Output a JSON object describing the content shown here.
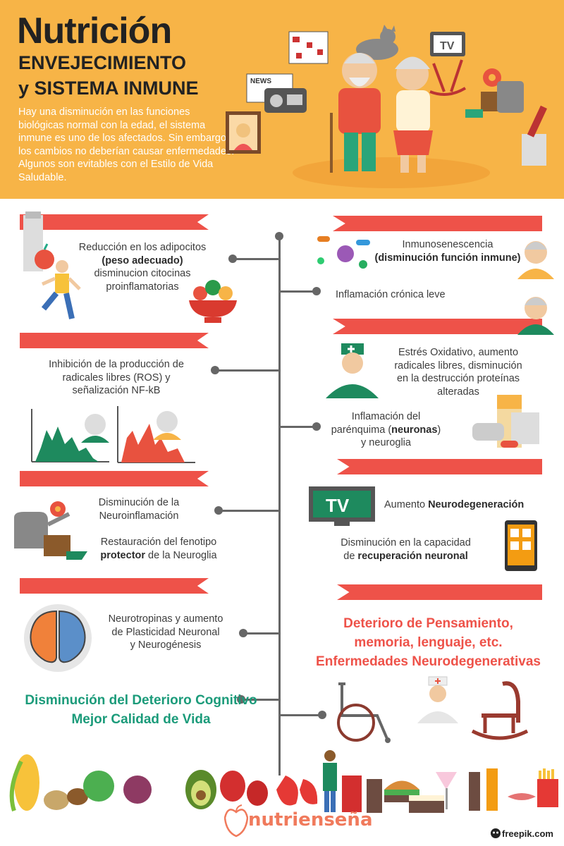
{
  "header": {
    "title": "Nutrición",
    "subtitle_line1": "ENVEJECIMIENTO",
    "subtitle_line2": "y SISTEMA INMUNE",
    "intro": "Hay una disminución en las funciones biológicas normal con la edad, el sistema inmune es uno de los afectados. Sin embargo, los cambios no deberían causar enfermedades. Algunos son evitables con el Estilo de Vida Saludable.",
    "tv_label": "TV",
    "news_label": "NEWS"
  },
  "left": {
    "b1_pre": "Reducción en los adipocitos",
    "b1_bold": "(peso adecuado)",
    "b1_post1": "disminucion citocinas",
    "b1_post2": "proinflamatorias",
    "b2_line1": "Inhibición de la producción de",
    "b2_line2": "radicales libres (ROS) y",
    "b2_line3": "señalización NF-kB",
    "b3_line1": "Disminución de la",
    "b3_line2": "Neuroinflamación",
    "b4_line1": "Restauración del fenotipo",
    "b4_bold": "protector",
    "b4_post": " de la Neuroglia",
    "b5_line1": "Neurotropinas y aumento",
    "b5_line2": "de Plasticidad Neuronal",
    "b5_line3": "y Neurogénesis",
    "result_line1": "Disminución del Deterioro Cognitivo",
    "result_line2": "Mejor Calidad de Vida"
  },
  "right": {
    "r1_line1": "Inmunosenescencia",
    "r1_bold": "(disminución función inmune)",
    "r2": "Inflamación crónica leve",
    "r3_line1": "Estrés Oxidativo, aumento",
    "r3_line2": "radicales libres, disminución",
    "r3_line3": "en la destrucción proteínas",
    "r3_line4": "alteradas",
    "r4_line1": "Inflamación del",
    "r4_pre": "parénquima (",
    "r4_bold": "neuronas",
    "r4_post": ")",
    "r4_line3": "y  neuroglia",
    "tv_label": "TV",
    "r5_pre": "Aumento ",
    "r5_bold": "Neurodegeneración",
    "r6_line1": "Disminución en la capacidad",
    "r6_pre": "de ",
    "r6_bold": "recuperación neuronal",
    "result_line1": "Deterioro de Pensamiento,",
    "result_line2": "memoria, lenguaje, etc.",
    "result_line3": "Enfermedades Neurodegenerativas"
  },
  "footer": {
    "brand": "nutrienseña",
    "credit": "freepik.com"
  },
  "colors": {
    "header_bg": "#f7b447",
    "ribbon": "#ee5249",
    "green": "#1b9b7a",
    "red": "#ee5249"
  }
}
